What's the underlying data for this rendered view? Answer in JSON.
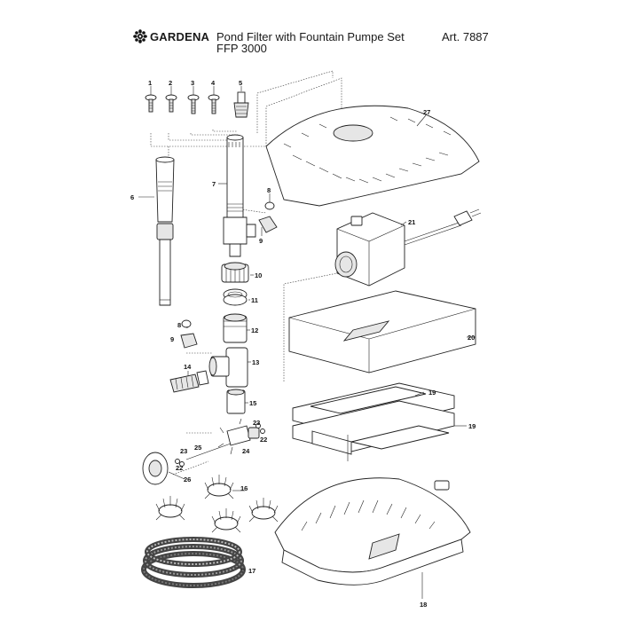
{
  "header": {
    "brand": "GARDENA",
    "title_line1": "Pond Filter with Fountain Pumpe Set",
    "title_line2": "FFP 3000",
    "article": "Art. 7887"
  },
  "parts": {
    "p1": "1",
    "p2": "2",
    "p3": "3",
    "p4": "4",
    "p5": "5",
    "p6": "6",
    "p7": "7",
    "p8a": "8",
    "p8b": "8",
    "p9a": "9",
    "p9b": "9",
    "p10": "10",
    "p11": "11",
    "p12": "12",
    "p13": "13",
    "p14": "14",
    "p15": "15",
    "p16": "16",
    "p17": "17",
    "p18": "18",
    "p19a": "19",
    "p19b": "19",
    "p20": "20",
    "p21": "21",
    "p22a": "22",
    "p22b": "22",
    "p23a": "23",
    "p23b": "23",
    "p24": "24",
    "p25": "25",
    "p26": "26",
    "p27": "27"
  }
}
